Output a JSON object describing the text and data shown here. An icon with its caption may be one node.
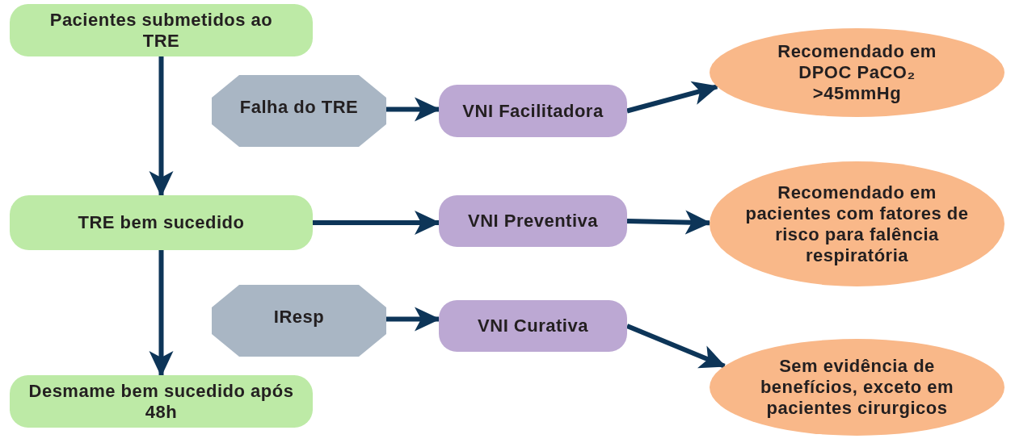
{
  "diagram": {
    "nodes": [
      {
        "text": [
          "Pacientes submetidos ao TRE"
        ]
      },
      {
        "text": [
          "Falha do TRE"
        ]
      },
      {
        "text": [
          "VNI Facilitadora"
        ]
      },
      {
        "text": [
          "Recomendado em DPOC PaCO₂ >45mmHg"
        ]
      },
      {
        "text": [
          "TRE bem sucedido"
        ]
      },
      {
        "text": [
          "VNI Preventiva"
        ]
      },
      {
        "text": [
          "Recomendado em pacientes com fatores de risco para falência respiratória"
        ]
      },
      {
        "text": [
          "IResp"
        ]
      },
      {
        "text": [
          "VNI Curativa"
        ]
      },
      {
        "text": [
          "Sem evidência de benefícios, exceto em pacientes cirurgicos"
        ]
      },
      {
        "text": [
          "Desmame bem sucedido após 48h"
        ]
      }
    ],
    "edges": [
      {
        "from": 0,
        "to": 4,
        "arrow": "to"
      },
      {
        "from": 4,
        "to": 10,
        "arrow": "to"
      },
      {
        "from": 1,
        "to": 2,
        "arrow": "to"
      },
      {
        "from": 2,
        "to": 3,
        "arrow": "to"
      },
      {
        "from": 4,
        "to": 5,
        "arrow": "to"
      },
      {
        "from": 5,
        "to": 6,
        "arrow": "to"
      },
      {
        "from": 7,
        "to": 8,
        "arrow": "to"
      },
      {
        "from": 8,
        "to": 9,
        "arrow": "to"
      }
    ]
  }
}
